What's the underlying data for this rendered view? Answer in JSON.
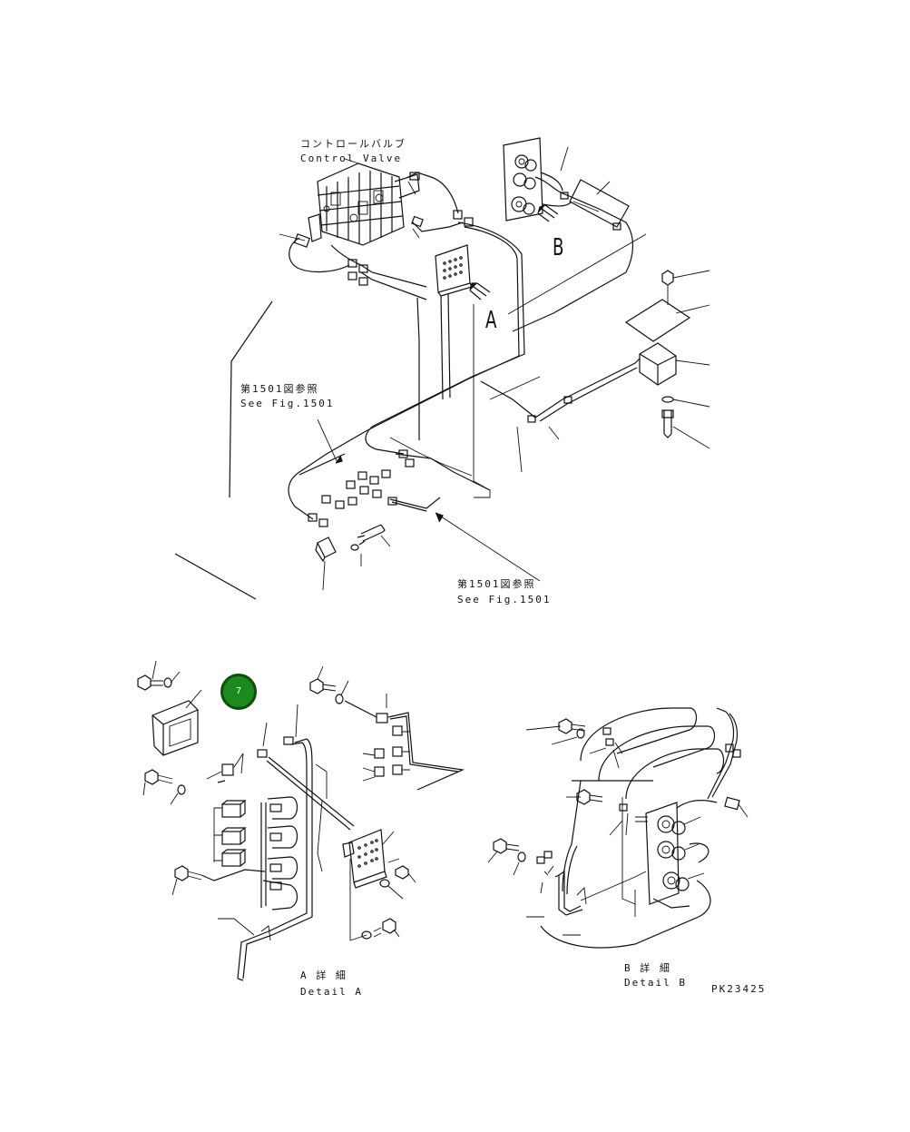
{
  "drawing": {
    "main_label_jp": "コントロールバルブ",
    "main_label_en": "Control Valve",
    "ref_top_jp": "第1501図参照",
    "ref_top_en": "See Fig.1501",
    "ref_bottom_jp": "第1501図参照",
    "ref_bottom_en": "See Fig.1501",
    "view_a": "A",
    "view_b": "B",
    "detail_a_jp": "A 詳 細",
    "detail_a_en": "Detail A",
    "detail_b_jp": "B 詳 細",
    "detail_b_en": "Detail B",
    "drawing_no": "PK23425",
    "callout_marker": "7"
  },
  "colors": {
    "line": "#111111",
    "marker_fill": "#1c8a1c",
    "marker_border": "#0c4f0c"
  }
}
